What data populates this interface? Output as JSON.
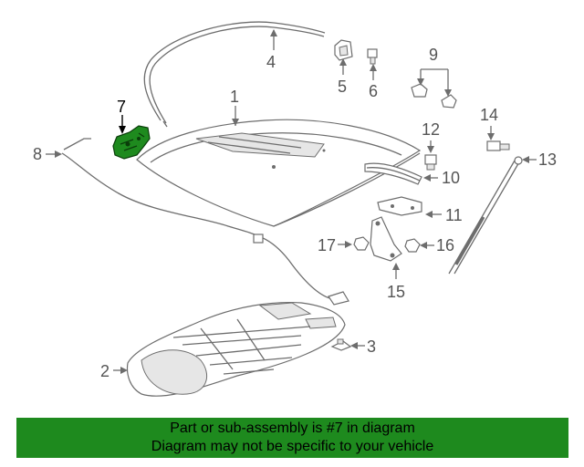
{
  "callouts": {
    "c1": "1",
    "c2": "2",
    "c3": "3",
    "c4": "4",
    "c5": "5",
    "c6": "6",
    "c7": "7",
    "c8": "8",
    "c9": "9",
    "c10": "10",
    "c11": "11",
    "c12": "12",
    "c13": "13",
    "c14": "14",
    "c15": "15",
    "c16": "16",
    "c17": "17"
  },
  "highlight": {
    "color": "#1e8a1e"
  },
  "banner": {
    "line1": "Part or sub-assembly is #7 in diagram",
    "line2": "Diagram may not be specific to your vehicle",
    "color": "#1e8a1e"
  }
}
